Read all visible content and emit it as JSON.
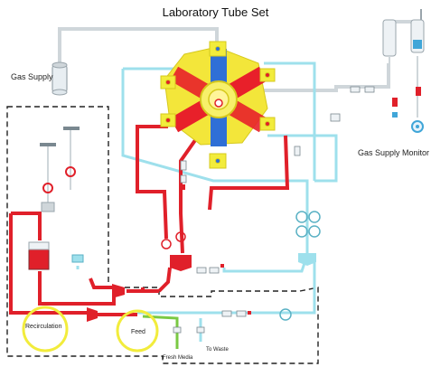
{
  "diagram": {
    "title": "Laboratory Tube Set",
    "labels": {
      "gas_supply": "Gas Supply",
      "gas_supply_monitor": "Gas Supply Monitor",
      "recirculation": "Recirculation",
      "feed": "Feed",
      "fresh_media": "Fresh Media",
      "to_waste": "To Waste"
    },
    "colors": {
      "gas_line": "#cfd6da",
      "medium_line": "#9ee0ec",
      "recirc_line": "#e0202a",
      "fresh_line": "#7ac943",
      "reservoir": "#e8eef2",
      "manifold_body": "#f3e63a",
      "manifold_core": "#f7f06a",
      "chamber_red": "#e8202a",
      "chamber_blue": "#2f6fd6",
      "cap": "#f2ec3c",
      "bag": "#7a2c30",
      "boundary": "#222222"
    }
  }
}
